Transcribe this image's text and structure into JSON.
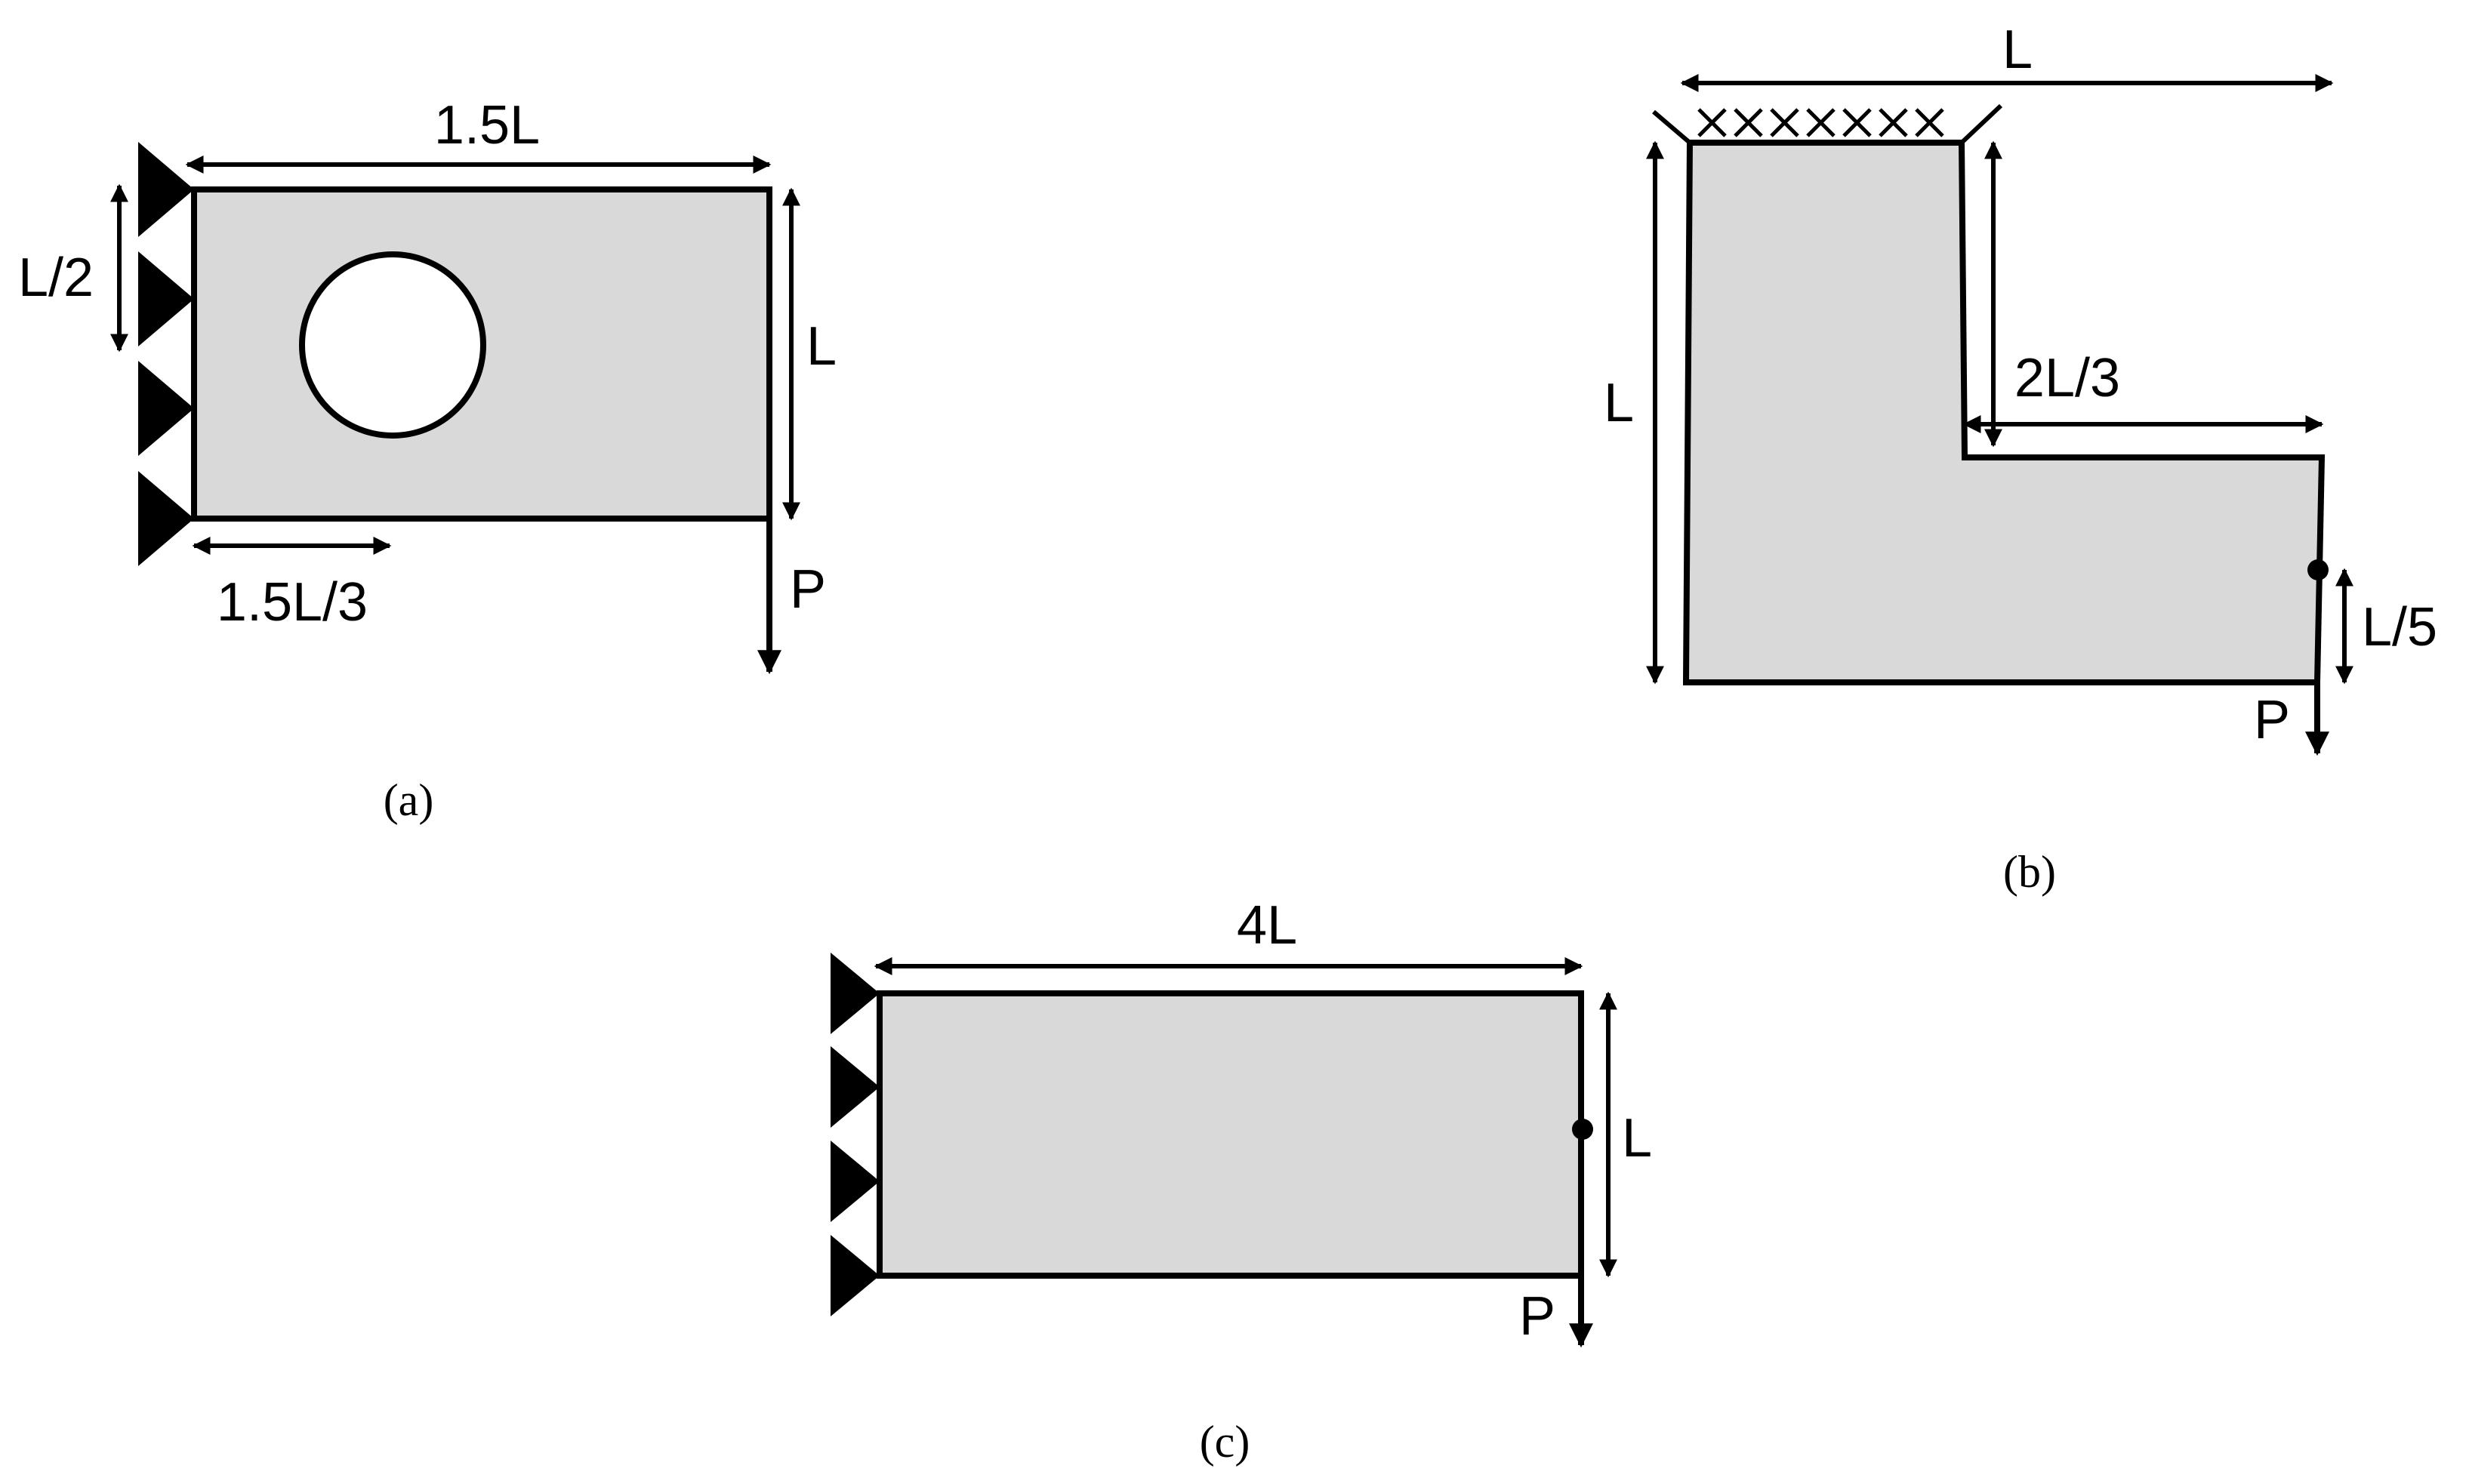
{
  "figure": {
    "panel_a": {
      "caption_open": "(",
      "caption_letter": "a",
      "caption_close": ")",
      "width_label": "1.5L",
      "height_label": "L",
      "support_span_label": "L/2",
      "hole_offset_label": "1.5L/3",
      "load_label": "P"
    },
    "panel_b": {
      "caption_open": "(",
      "caption_letter": "b",
      "caption_close": ")",
      "width_label": "L",
      "height_label": "L",
      "notch_label": "2L/3",
      "load_offset_label": "L/5",
      "load_label": "P"
    },
    "panel_c": {
      "caption_open": "(",
      "caption_letter": "c",
      "caption_close": ")",
      "width_label": "4L",
      "height_label": "L",
      "load_label": "P"
    },
    "colors": {
      "domain_fill": "#d9d9d9",
      "line": "#000000",
      "background": "#ffffff"
    }
  }
}
